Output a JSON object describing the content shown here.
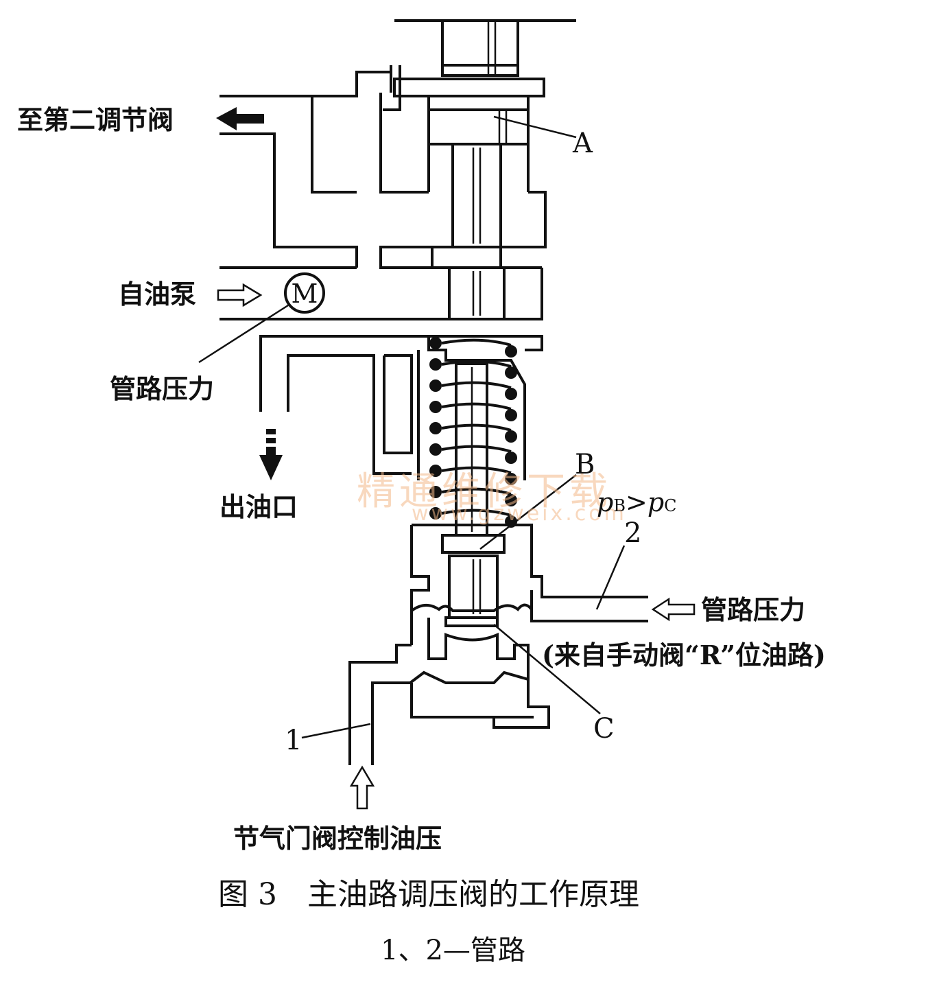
{
  "labels": {
    "to_second_valve": "至第二调节阀",
    "from_pump": "自油泵",
    "pump_symbol": "M",
    "line_pressure_left": "管路压力",
    "outlet": "出油口",
    "line_pressure_right": "管路压力",
    "from_manual_valve": "(来自手动阀“R”位油路)",
    "throttle_pressure": "节气门阀控制油压",
    "mark_a": "A",
    "mark_b": "B",
    "mark_c": "C",
    "pipe_1": "1",
    "pipe_2": "2",
    "pressure_relation_p1": "p",
    "pressure_relation_sub1": "B",
    "pressure_relation_op": ">",
    "pressure_relation_p2": "p",
    "pressure_relation_sub2": "C"
  },
  "caption": {
    "title": "图 3　主油路调压阀的工作原理",
    "note": "1、2—管路"
  },
  "watermark": {
    "text": "精通维修下载",
    "url": "www.gzweix.com"
  },
  "colors": {
    "ink": "#111111",
    "watermark": "#f3b98a"
  }
}
